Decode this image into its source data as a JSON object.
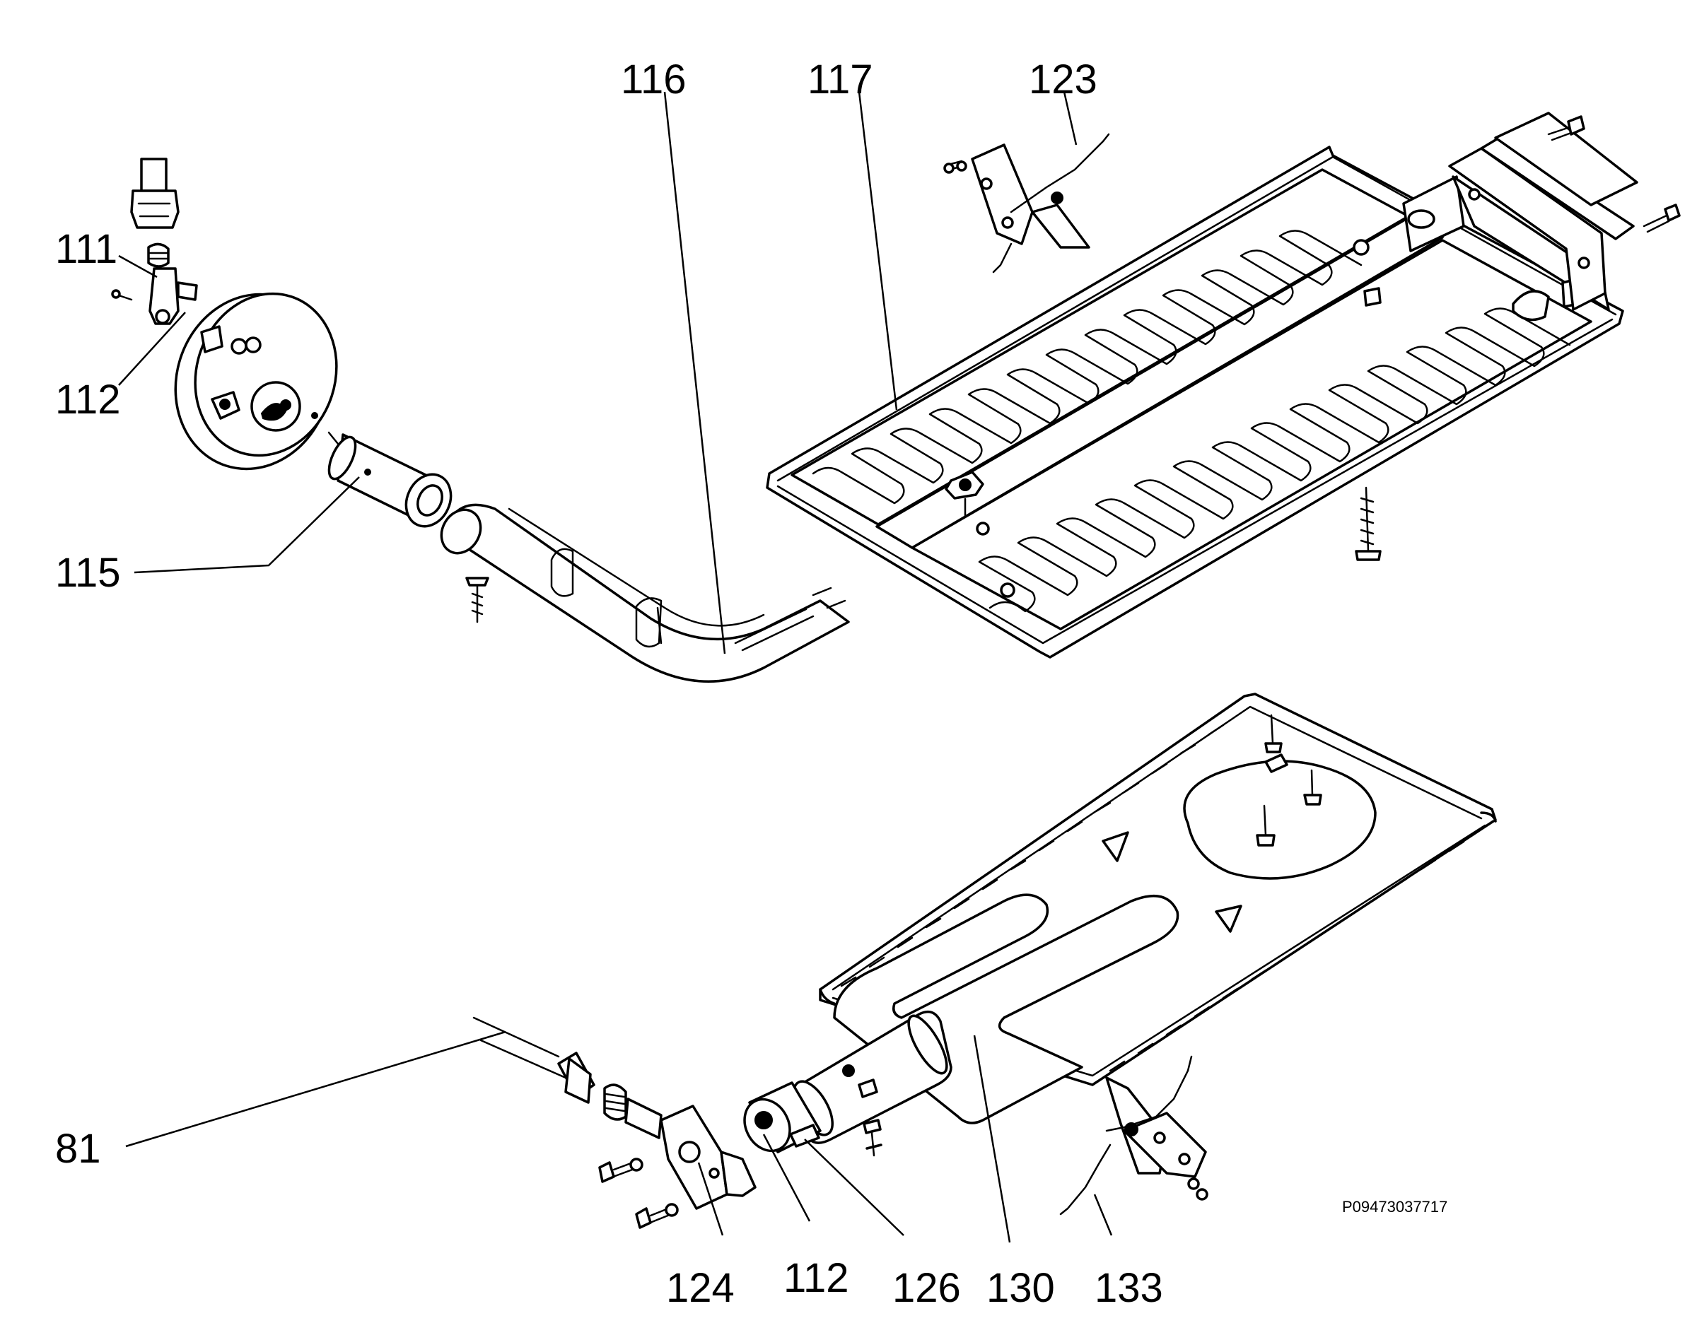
{
  "callouts": [
    {
      "id": "111",
      "label": "111"
    },
    {
      "id": "112a",
      "label": "112"
    },
    {
      "id": "115",
      "label": "115"
    },
    {
      "id": "116",
      "label": "116"
    },
    {
      "id": "117",
      "label": "117"
    },
    {
      "id": "123",
      "label": "123"
    },
    {
      "id": "81",
      "label": "81"
    },
    {
      "id": "124",
      "label": "124"
    },
    {
      "id": "112b",
      "label": "112"
    },
    {
      "id": "126",
      "label": "126"
    },
    {
      "id": "130",
      "label": "130"
    },
    {
      "id": "133",
      "label": "133"
    }
  ],
  "reference_code": "P09473037717",
  "colors": {
    "line": "#000000",
    "background": "#ffffff"
  }
}
